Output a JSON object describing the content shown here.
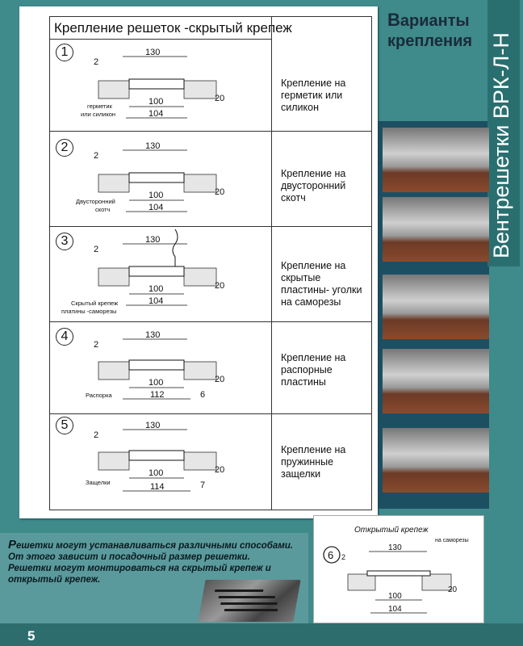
{
  "header": {
    "title": "Крепление решеток -скрытый крепеж",
    "right_big_letter": "В",
    "right_line1_rest": "арианты",
    "right_line2": "крепления",
    "vertical_title": "Вентрешетки ВРК-Л-Н"
  },
  "rows": [
    {
      "num": "1",
      "description": "Крепление на герметик или силикон",
      "labels": [
        "герметик",
        "или силикон"
      ],
      "dims": {
        "top": "130",
        "left": "2",
        "mid": "100",
        "bottom": "104",
        "right": "20"
      }
    },
    {
      "num": "2",
      "description": "Крепление на двусторонний скотч",
      "labels": [
        "Двусторонний",
        "скотч"
      ],
      "dims": {
        "top": "130",
        "left": "2",
        "mid": "100",
        "bottom": "104",
        "right": "20"
      }
    },
    {
      "num": "3",
      "description": "Крепление на скрытые пластины- уголки на саморезы",
      "labels": [
        "Скрытый крепеж",
        "платины -саморезы"
      ],
      "dims": {
        "top": "130",
        "left": "2",
        "mid": "100",
        "bottom": "104",
        "right": "20"
      }
    },
    {
      "num": "4",
      "description": "Крепление на распорные пластины",
      "labels": [
        "Распорка"
      ],
      "dims": {
        "top": "130",
        "left": "2",
        "mid": "100",
        "bottom": "112",
        "right": "20",
        "gap": "6"
      }
    },
    {
      "num": "5",
      "description": "Крепление на пружинные защелки",
      "labels": [
        "Защелки"
      ],
      "dims": {
        "top": "130",
        "left": "2",
        "mid": "100",
        "bottom": "114",
        "right": "20",
        "gap": "7"
      }
    }
  ],
  "note": {
    "first_letter": "Р",
    "text1": "ешетки могут устанавливаться различными способами.",
    "text2": "От этого зависит и посадочный размер решетки.",
    "text3": "Решетки могут монтироваться на скрытый крепеж и",
    "text4": "открытый крепеж."
  },
  "open_mount": {
    "title": "Открытый крепеж",
    "num": "6",
    "label": "на саморезы",
    "dims": {
      "top": "130",
      "left": "2",
      "mid": "100",
      "bottom": "104",
      "right": "20"
    }
  },
  "page_number": "5"
}
